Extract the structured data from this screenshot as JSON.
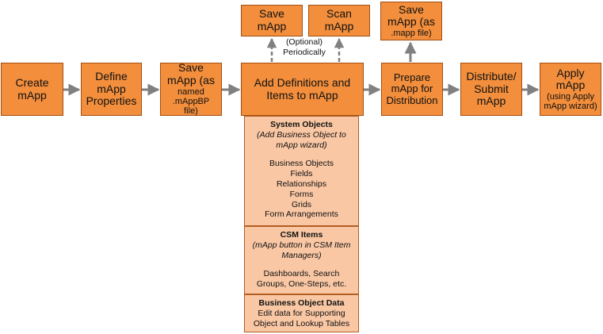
{
  "diagram": {
    "steps": {
      "create": [
        "Create",
        "mApp"
      ],
      "define": [
        "Define",
        "mApp",
        "Properties"
      ],
      "save_bp": [
        "Save",
        "mApp (as",
        "named .mAppBP file)"
      ],
      "add": [
        "Add Definitions and",
        "Items to mApp"
      ],
      "prepare": [
        "Prepare",
        "mApp for",
        "Distribution"
      ],
      "distribute": [
        "Distribute/",
        "Submit",
        "mApp"
      ],
      "apply": [
        "Apply",
        "mApp",
        "(using Apply mApp wizard)"
      ],
      "save_top": [
        "Save",
        "mApp"
      ],
      "scan_top": [
        "Scan",
        "mApp"
      ],
      "save_mapp": [
        "Save",
        "mApp (as",
        ".mapp file)"
      ]
    },
    "note": [
      "(Optional)",
      "Periodically"
    ],
    "panels": {
      "system": {
        "heading": "System Objects",
        "subtitle": "(Add Business Object to mApp wizard)",
        "items": [
          "Business Objects",
          "Fields",
          "Relationships",
          "Forms",
          "Grids",
          "Form Arrangements"
        ]
      },
      "csm": {
        "heading": "CSM Items",
        "subtitle": "(mApp button in CSM Item Managers)",
        "items": [
          "Dashboards, Search Groups, One-Steps, etc."
        ]
      },
      "bodata": {
        "heading": "Business Object Data",
        "items": [
          "Edit data for Supporting Object and Lookup Tables"
        ]
      }
    },
    "colors": {
      "box_fill": "#f28e3c",
      "box_border": "#a34f12",
      "panel_fill": "#f9c7a4",
      "panel_border": "#b35d22",
      "arrow": "#808080"
    }
  }
}
